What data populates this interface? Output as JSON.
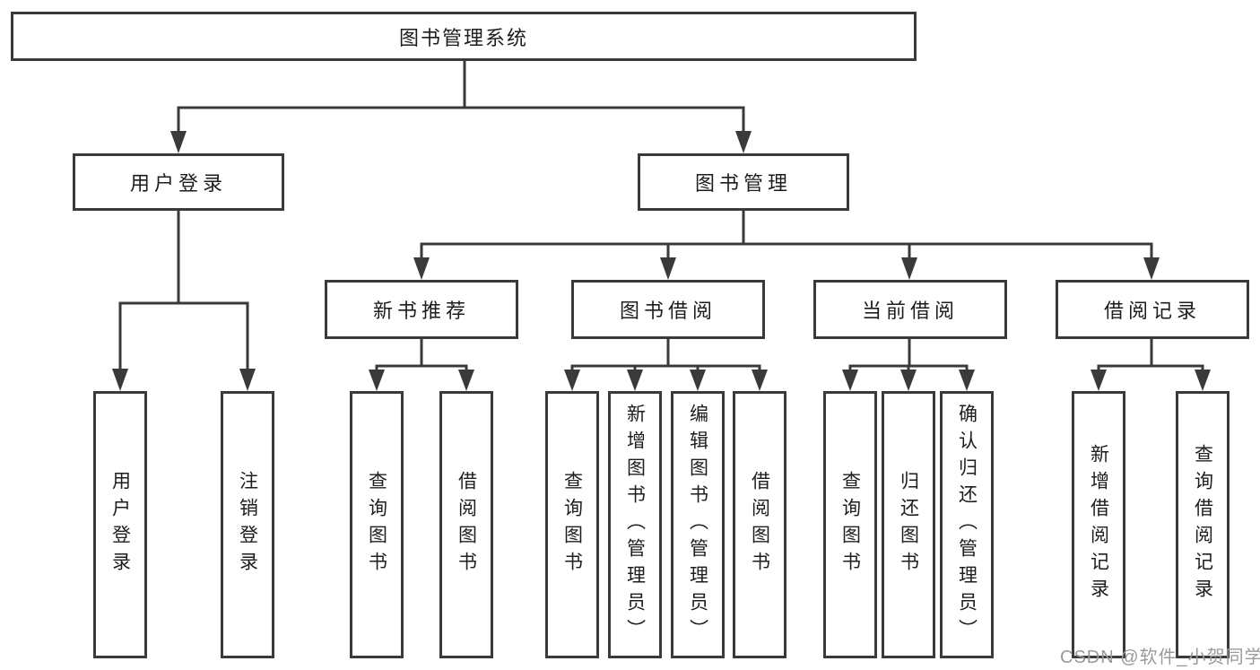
{
  "colors": {
    "line": "#3a3a3a",
    "text": "#1d1d1d",
    "watermark": "#9a9a9a",
    "bg": "#ffffff"
  },
  "root": {
    "label": "图书管理系统"
  },
  "level2": [
    {
      "label": "用户登录"
    },
    {
      "label": "图书管理"
    }
  ],
  "level3": [
    {
      "label": "新书推荐"
    },
    {
      "label": "图书借阅"
    },
    {
      "label": "当前借阅"
    },
    {
      "label": "借阅记录"
    }
  ],
  "leaves": {
    "user_login": [
      "用户登录",
      "注销登录"
    ],
    "new_book_rec": [
      "查询图书",
      "借阅图书"
    ],
    "book_borrow": [
      "查询图书",
      "新增图书（管理员）",
      "编辑图书（管理员）",
      "借阅图书"
    ],
    "current_borrow": [
      "查询图书",
      "归还图书",
      "确认归还（管理员）"
    ],
    "borrow_records": [
      "新增借阅记录",
      "查询借阅记录"
    ]
  },
  "watermark": {
    "text": "CSDN @软件_小贺同学"
  }
}
